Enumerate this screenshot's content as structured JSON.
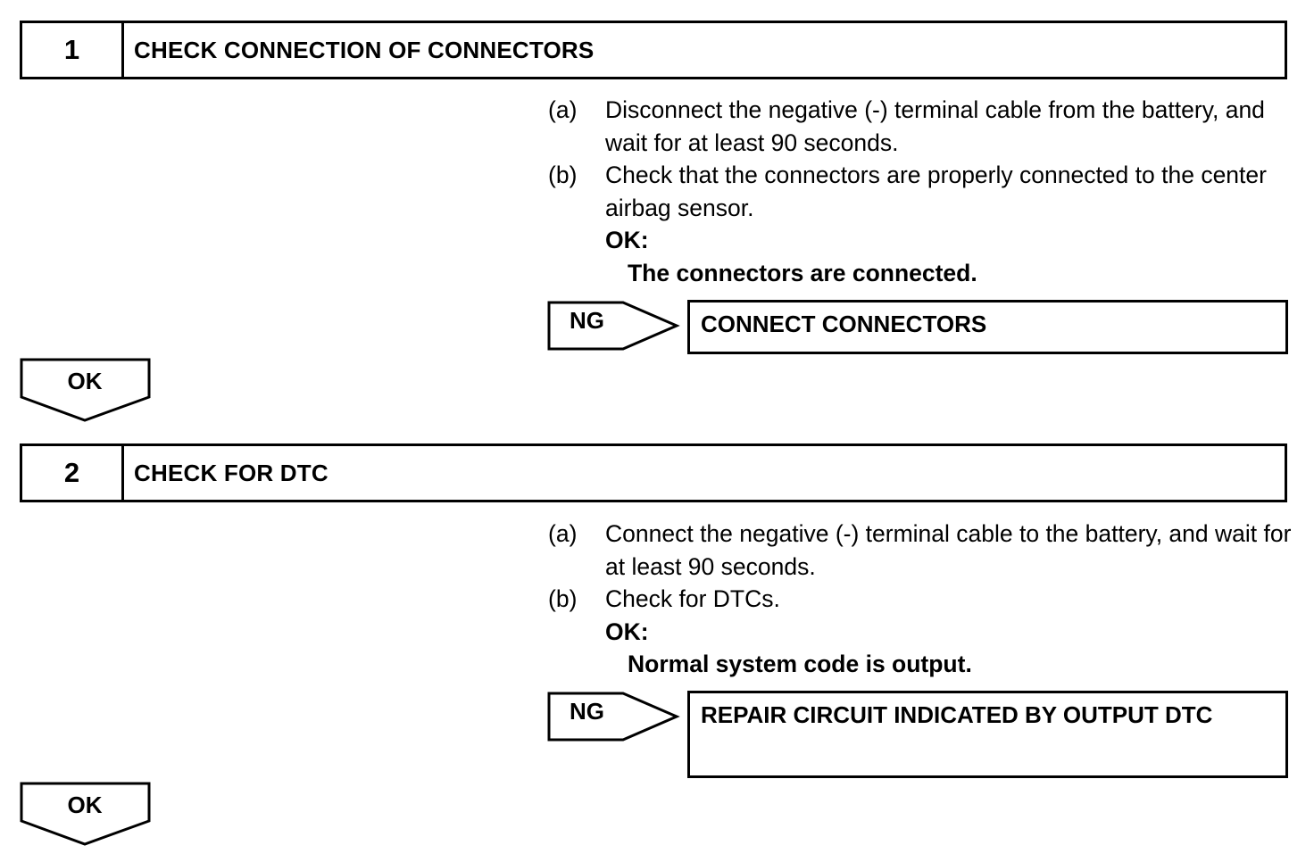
{
  "steps": [
    {
      "number": "1",
      "title": "CHECK CONNECTION OF CONNECTORS",
      "instructions": [
        {
          "label": "(a)",
          "text": "Disconnect the negative (-) terminal cable from the battery, and wait for at least 90 seconds."
        },
        {
          "label": "(b)",
          "text": "Check that the connectors are properly connected to the center airbag sensor."
        }
      ],
      "ok_label": "OK:",
      "ok_value": "The connectors are connected.",
      "ng_label": "NG",
      "ng_action": "CONNECT CONNECTORS",
      "next_label": "OK"
    },
    {
      "number": "2",
      "title": "CHECK FOR DTC",
      "instructions": [
        {
          "label": "(a)",
          "text": "Connect the negative (-) terminal cable to the battery, and wait for at least 90 seconds."
        },
        {
          "label": "(b)",
          "text": "Check for DTCs."
        }
      ],
      "ok_label": "OK:",
      "ok_value": "Normal system code is output.",
      "ng_label": "NG",
      "ng_action": "REPAIR CIRCUIT INDICATED BY OUTPUT DTC",
      "next_label": "OK"
    }
  ]
}
